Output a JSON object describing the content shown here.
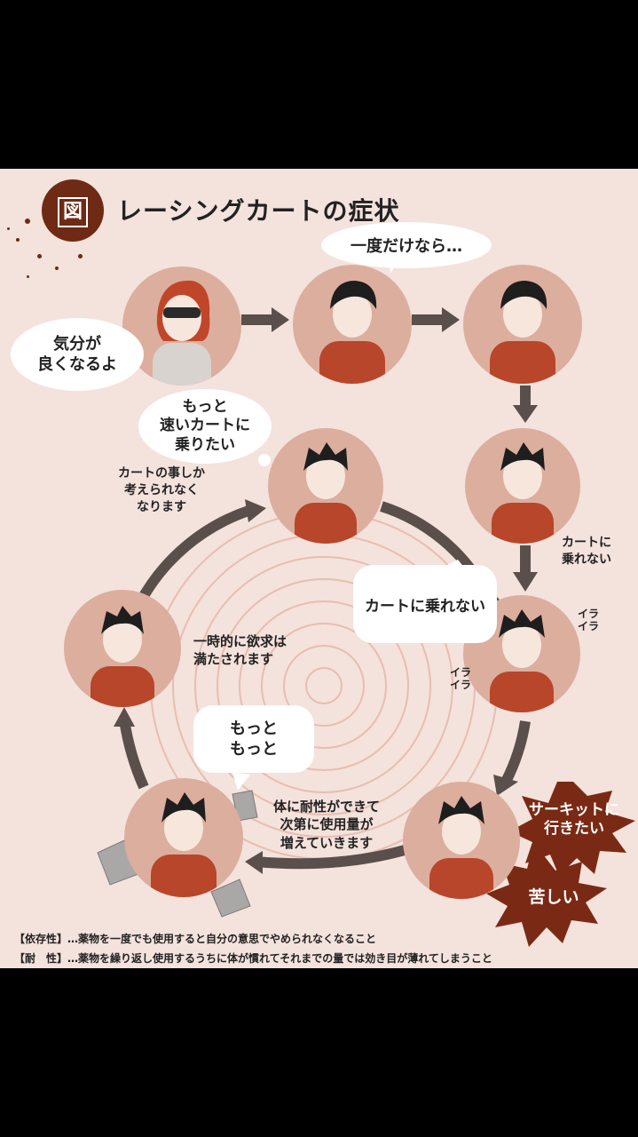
{
  "diagram": {
    "badge": "図",
    "title": "レーシングカートの症状",
    "speech": {
      "dealer": "気分が\n良くなるよ",
      "once": "一度だけなら…",
      "faster_cart": "もっと\n速いカートに\n乗りたい",
      "cant_ride": "カートに乗れない",
      "more": "もっと\nもっと"
    },
    "captions": {
      "only_cart": "カートの事しか\n考えられなく\nなります",
      "cant_ride_side": "カートに\n乗れない",
      "temporary": "一時的に欲求は\n満たされます",
      "tolerance": "体に耐性ができて\n次第に使用量が\n増えていきます",
      "ira1": "イラ\nイラ",
      "ira2": "イラ\nイラ"
    },
    "bursts": {
      "circuit": "サーキットに\n行きたい",
      "painful": "苦しい"
    },
    "footnotes": {
      "dependence": "【依存性】…薬物を一度でも使用すると自分の意思でやめられなくなること",
      "tolerance": "【耐　性】…薬物を繰り返し使用するうちに体が慣れてそれまでの量では効き目が薄れてしまうこと"
    },
    "colors": {
      "background": "#f4e2dc",
      "circle": "#dcae9e",
      "shirt": "#b8462a",
      "arrow": "#5a4f4a",
      "burst": "#7a2a14"
    }
  }
}
